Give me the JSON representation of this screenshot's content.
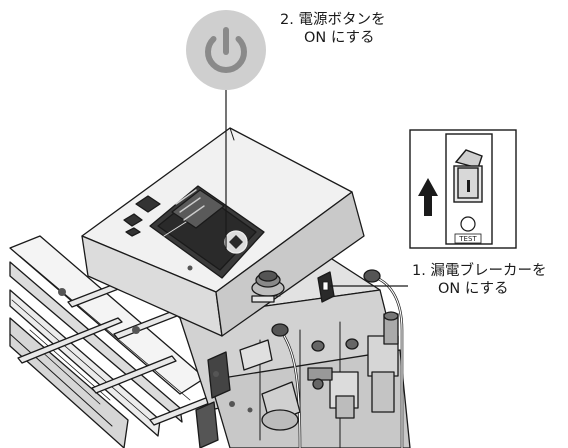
{
  "callouts": {
    "power_button": {
      "line1": "2. 電源ボタンを",
      "line2": "ON にする"
    },
    "breaker": {
      "line1": "1. 漏電ブレーカーを",
      "line2": "ON にする"
    }
  },
  "breaker_panel": {
    "test_label": "TEST",
    "switch_mark": "I",
    "arrow_direction": "up"
  },
  "icons": {
    "power": "power-icon"
  },
  "colors": {
    "power_badge_fill": "#cfcfcf",
    "power_symbol": "#8a8a8a",
    "line": "#1a1a1a",
    "machine_body": "#ececec",
    "machine_shade": "#bdbdbd",
    "screen": "#2a2a2a"
  }
}
